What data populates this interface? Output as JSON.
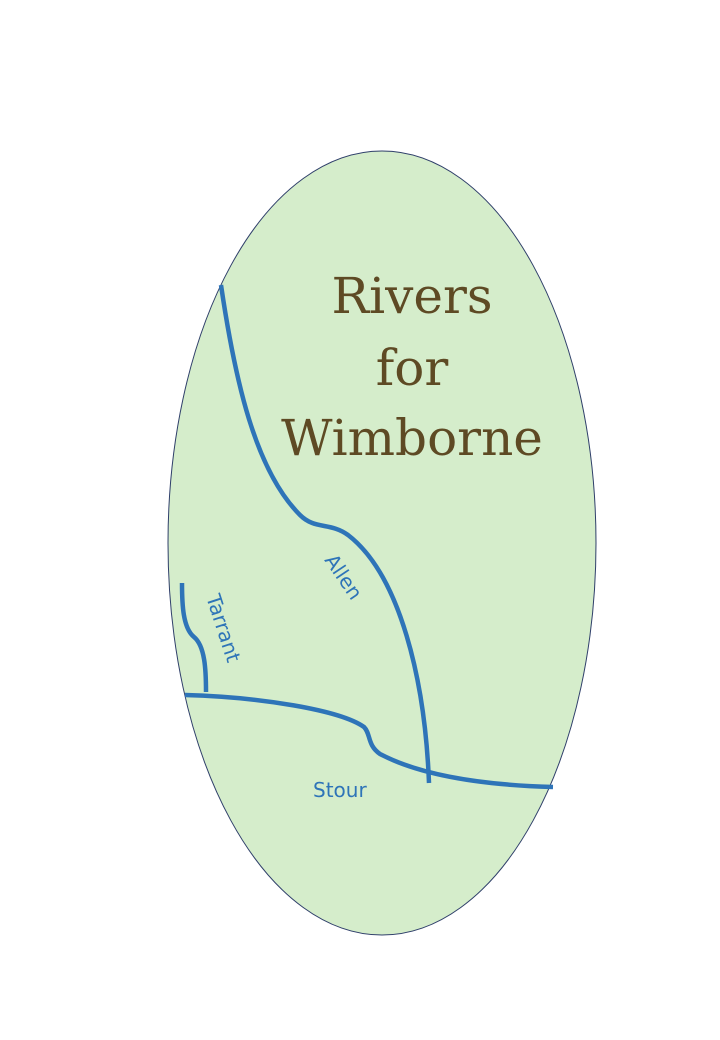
{
  "title": {
    "line1": "Rivers",
    "line2": "for",
    "line3": "Wimborne"
  },
  "rivers": {
    "allen": "Allen",
    "tarrant": "Tarrant",
    "stour": "Stour"
  },
  "colors": {
    "background_fill": "#d5edcb",
    "outline": "#2f3f6a",
    "river": "#2e74b8",
    "title": "#5e4a24"
  }
}
